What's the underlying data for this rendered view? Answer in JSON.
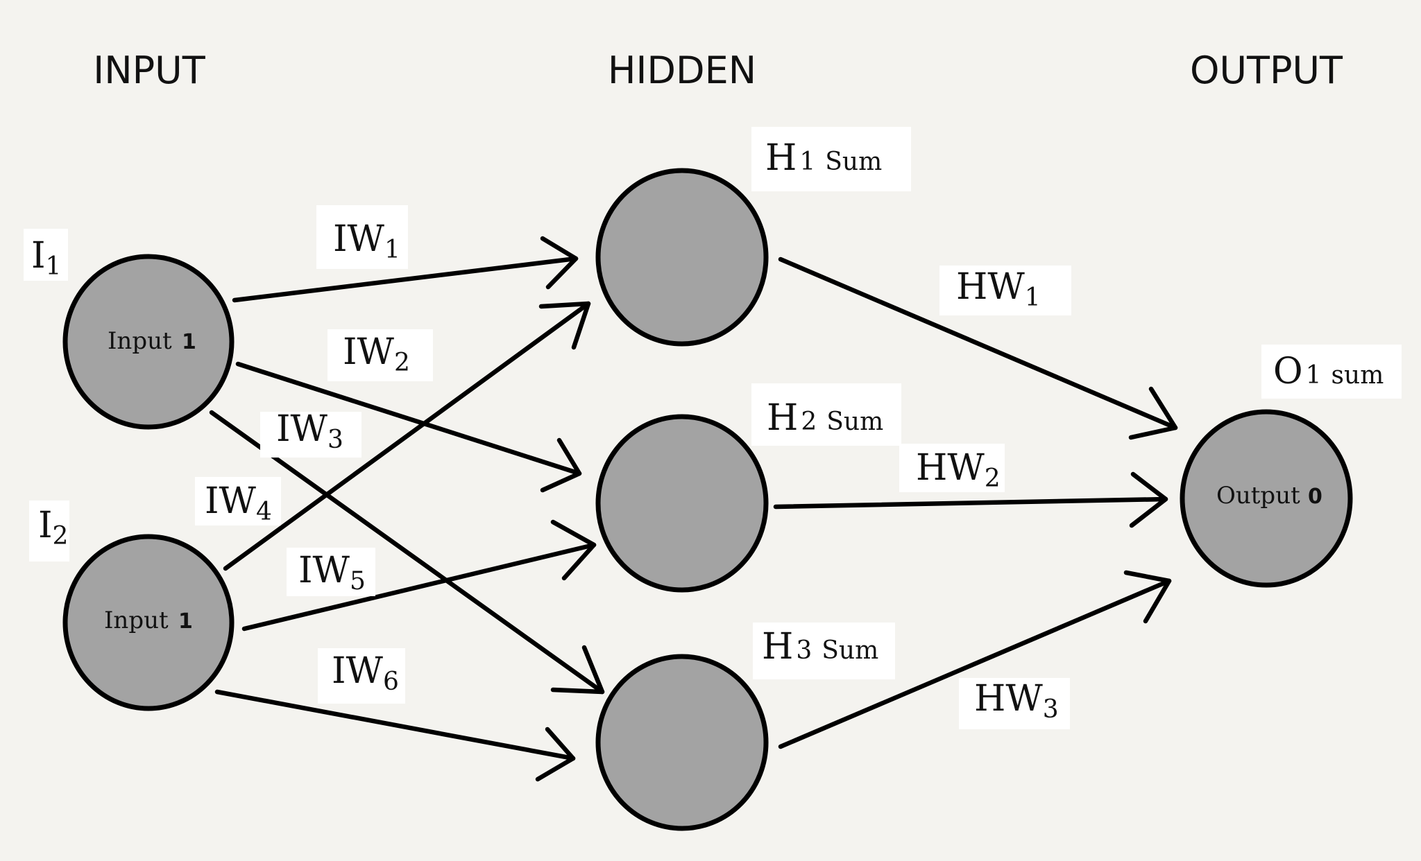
{
  "columns": {
    "input": "INPUT",
    "hidden": "HIDDEN",
    "output": "OUTPUT"
  },
  "input_nodes": [
    {
      "id": "I1",
      "label_base": "I",
      "label_sub": "1",
      "inner_text": "Input",
      "inner_num": "1"
    },
    {
      "id": "I2",
      "label_base": "I",
      "label_sub": "2",
      "inner_text": "Input",
      "inner_num": "1"
    }
  ],
  "hidden_nodes": [
    {
      "id": "H1",
      "label_base": "H",
      "label_sub": "1",
      "label_suffix": "Sum"
    },
    {
      "id": "H2",
      "label_base": "H",
      "label_sub": "2",
      "label_suffix": "Sum"
    },
    {
      "id": "H3",
      "label_base": "H",
      "label_sub": "3",
      "label_suffix": "Sum"
    }
  ],
  "output_node": {
    "id": "O1",
    "label_base": "O",
    "label_sub": "1",
    "label_suffix": "sum",
    "inner_text": "Output",
    "inner_num": "0"
  },
  "input_weights": [
    {
      "base": "IW",
      "sub": "1",
      "from": "I1",
      "to": "H1"
    },
    {
      "base": "IW",
      "sub": "2",
      "from": "I1",
      "to": "H2"
    },
    {
      "base": "IW",
      "sub": "3",
      "from": "I1",
      "to": "H3"
    },
    {
      "base": "IW",
      "sub": "4",
      "from": "I2",
      "to": "H1"
    },
    {
      "base": "IW",
      "sub": "5",
      "from": "I2",
      "to": "H2"
    },
    {
      "base": "IW",
      "sub": "6",
      "from": "I2",
      "to": "H3"
    }
  ],
  "hidden_weights": [
    {
      "base": "HW",
      "sub": "1",
      "from": "H1",
      "to": "O1"
    },
    {
      "base": "HW",
      "sub": "2",
      "from": "H2",
      "to": "O1"
    },
    {
      "base": "HW",
      "sub": "3",
      "from": "H3",
      "to": "O1"
    }
  ]
}
